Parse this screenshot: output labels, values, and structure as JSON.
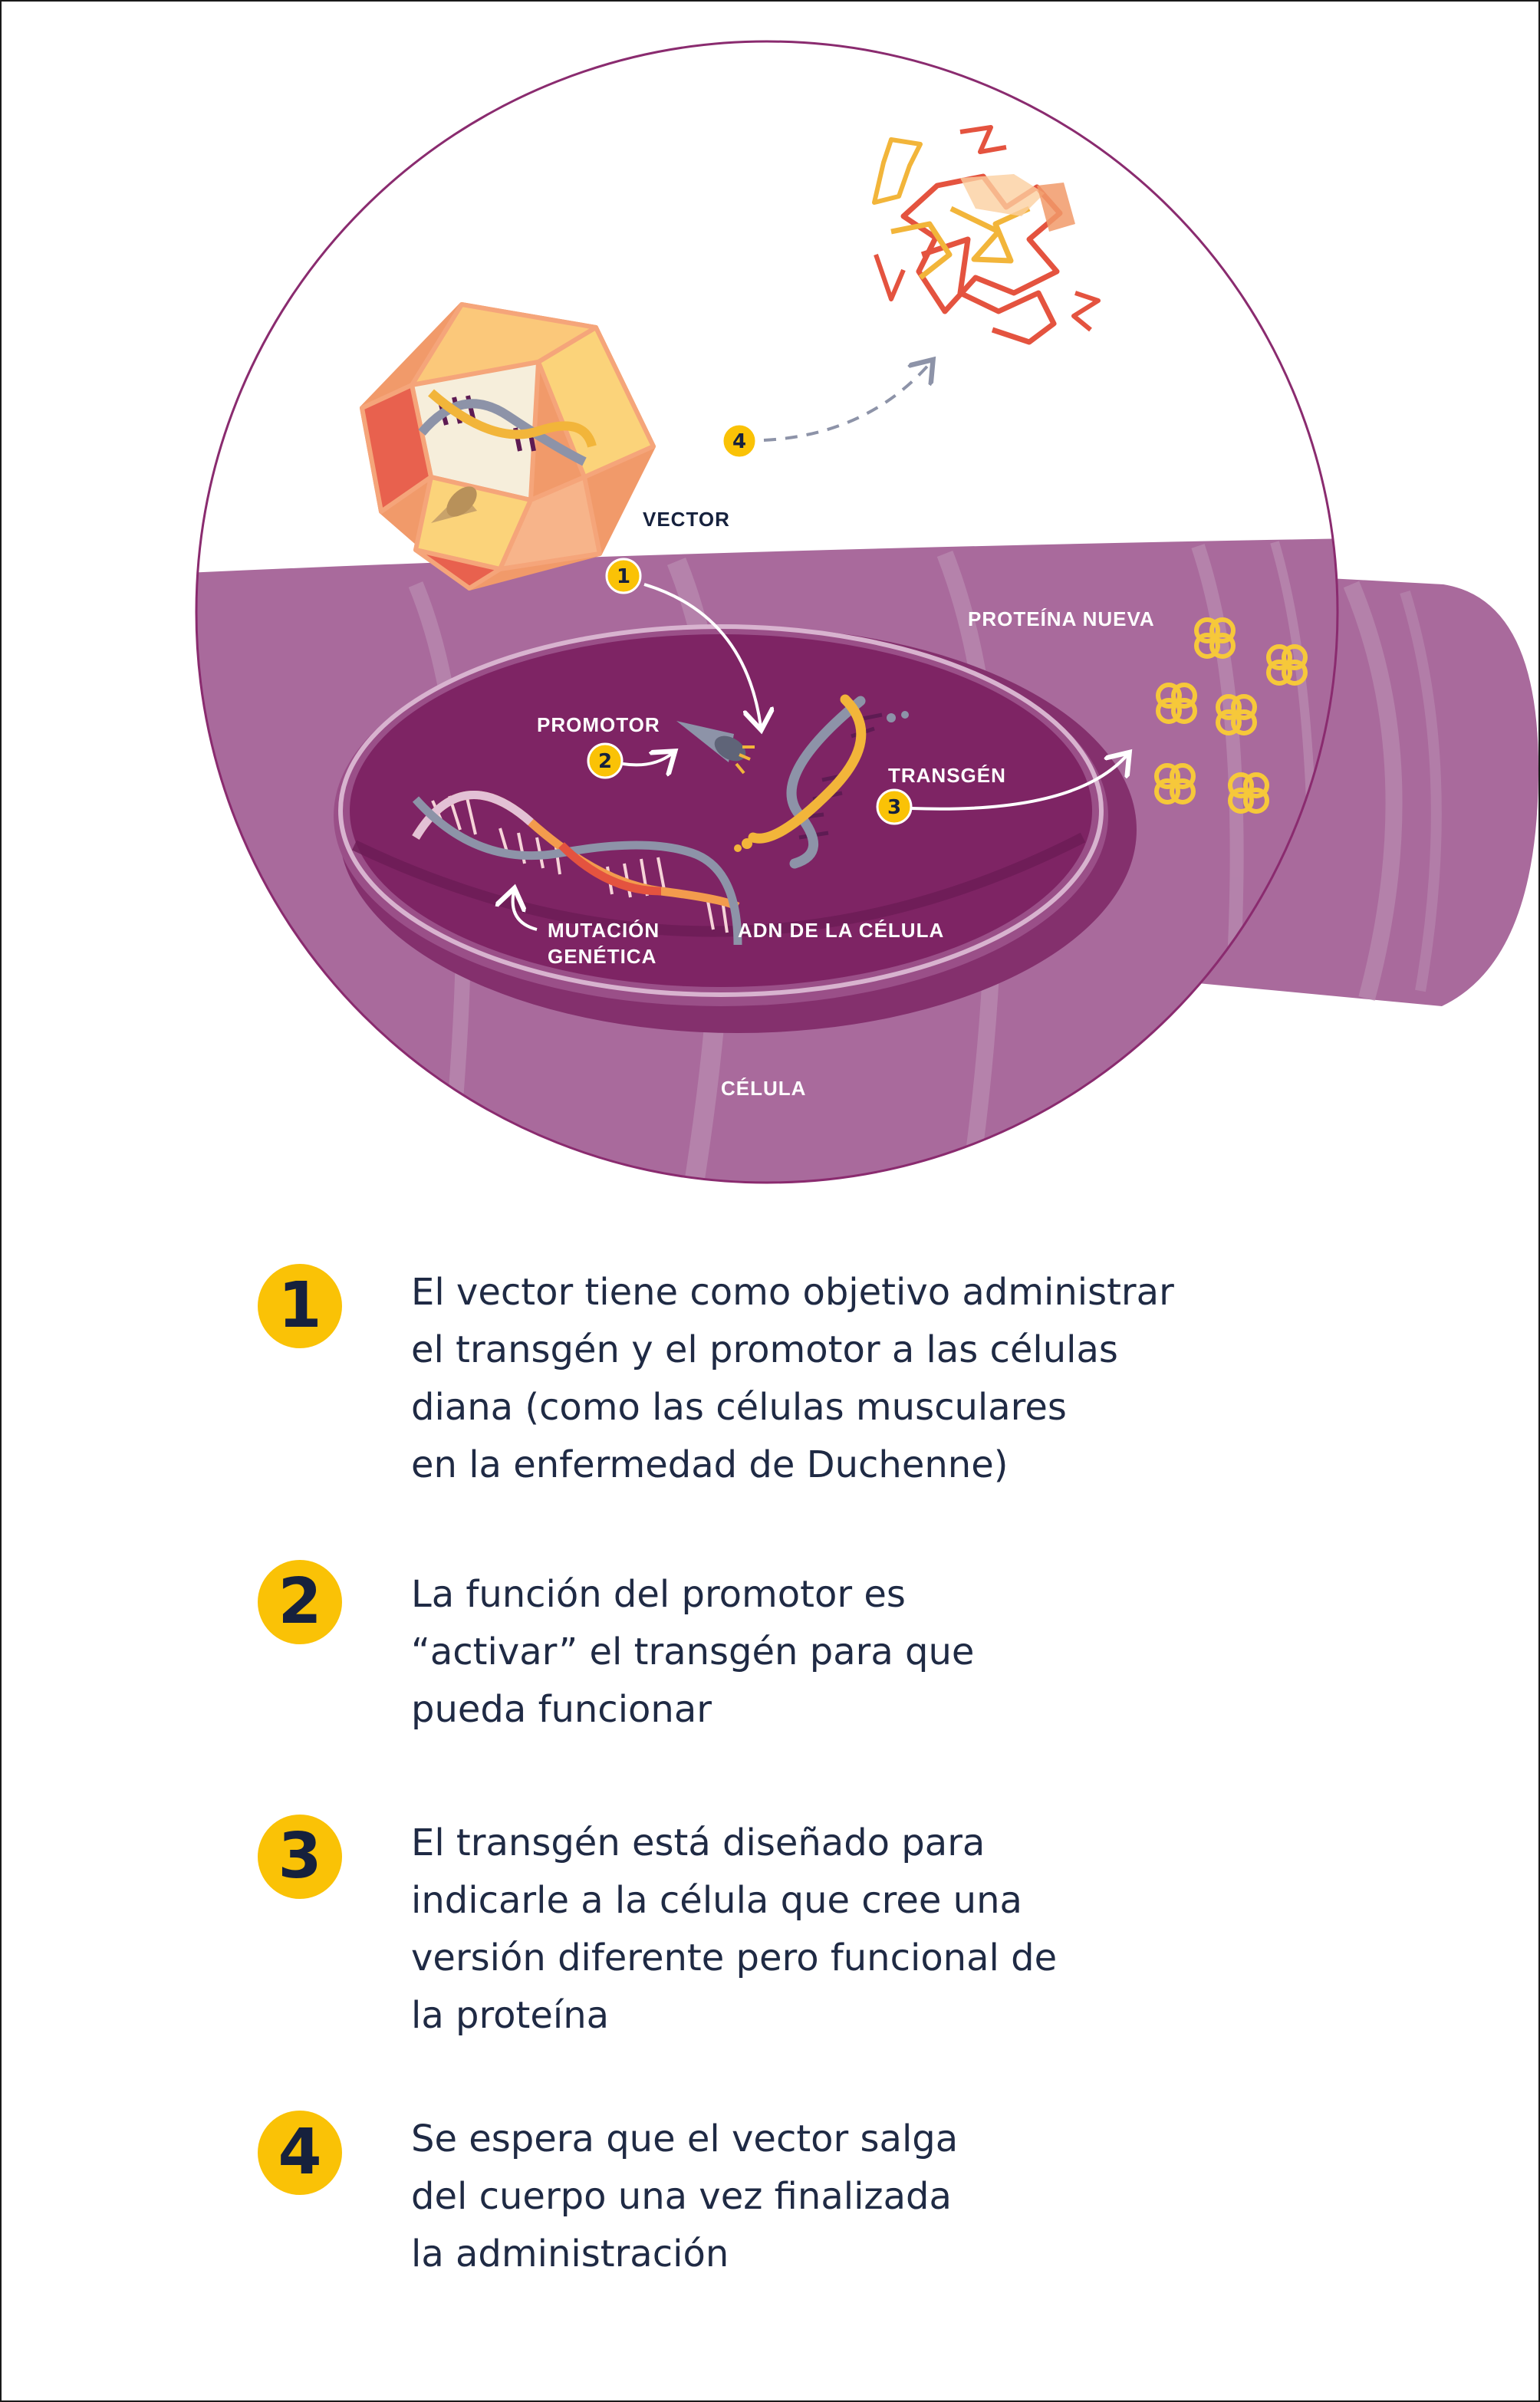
{
  "diagram": {
    "labels": {
      "vector": "VECTOR",
      "proteina_nueva": "PROTEÍNA NUEVA",
      "promotor": "PROMOTOR",
      "transgen": "TRANSGÉN",
      "mutacion_line1": "MUTACIÓN",
      "mutacion_line2": "GENÉTICA",
      "adn": "ADN DE LA CÉLULA",
      "celula": "CÉLULA"
    },
    "step_badges": [
      "1",
      "2",
      "3",
      "4"
    ]
  },
  "legend": [
    {
      "number": "1",
      "text": "El vector tiene como objetivo administrar\nel transgén y el promotor a las células\ndiana (como las células musculares\nen la enfermedad de Duchenne)"
    },
    {
      "number": "2",
      "text": "La función del promotor es\n“activar” el transgén para que\npueda funcionar"
    },
    {
      "number": "3",
      "text": "El transgén está diseñado para\nindicarle a la célula que cree una\nversión diferente pero funcional de\nla proteína"
    },
    {
      "number": "4",
      "text": "Se espera que el vector salga\ndel cuerpo una vez finalizada\nla administración"
    }
  ],
  "colors": {
    "badge_yellow": "#fac206",
    "text_dark": "#1f2a44",
    "muscle_purple": "#a96a9c",
    "nucleus_purple": "#7e2464",
    "circle_outline": "#8a2b6f",
    "capsid_orange": "#f19a6a",
    "protein_red": "#e4533f"
  }
}
